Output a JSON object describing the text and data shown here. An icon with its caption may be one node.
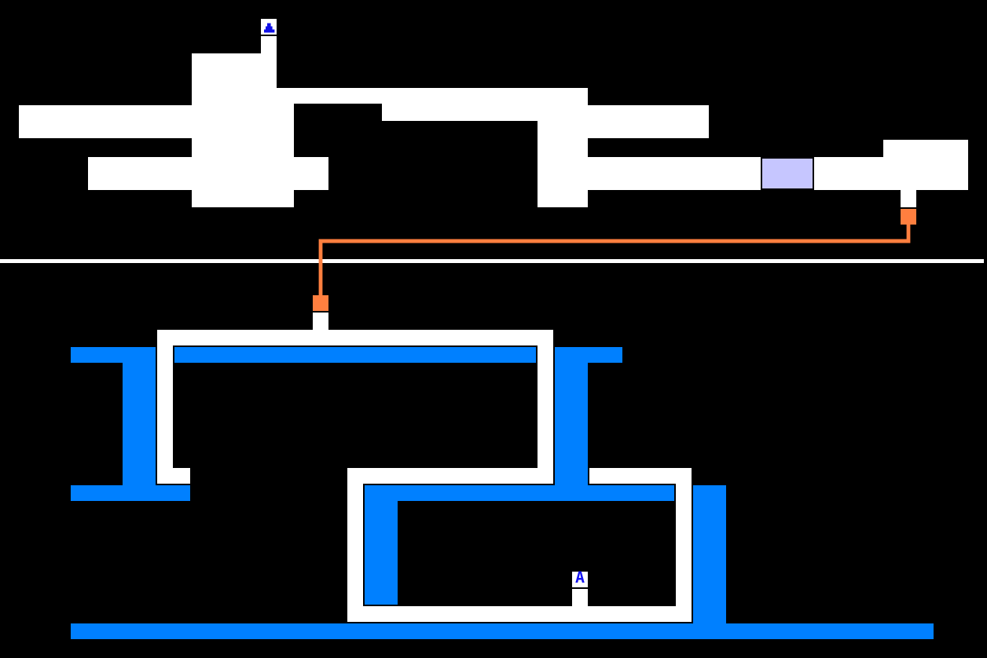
{
  "diagram": {
    "nodes": [
      {
        "text": [],
        "shape": "box"
      },
      {
        "text": [],
        "shape": "box"
      },
      {
        "text": [
          "A"
        ]
      }
    ],
    "edges": [
      {
        "from": 0,
        "to": 1,
        "arrow": "none",
        "color": "#ff7f3f"
      }
    ]
  }
}
